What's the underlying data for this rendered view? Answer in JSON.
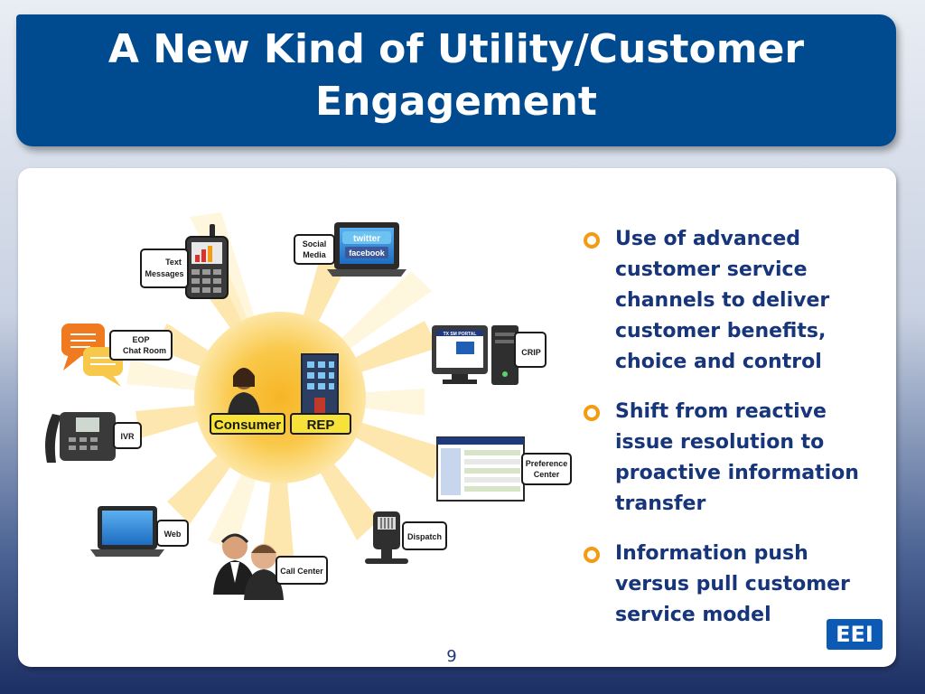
{
  "slide": {
    "title": "A New Kind of Utility/Customer Engagement",
    "page_number": "9",
    "logo_text": "EEI"
  },
  "diagram": {
    "center": {
      "consumer_label": "Consumer",
      "rep_label": "REP"
    },
    "channels": {
      "text_messages": {
        "line1": "Text",
        "line2": "Messages"
      },
      "social_media": {
        "line1": "Social",
        "line2": "Media",
        "screen1": "twitter",
        "screen2": "facebook"
      },
      "crip": {
        "label": "CRIP",
        "screen": "TX SM PORTAL"
      },
      "preference_center": {
        "line1": "Preference",
        "line2": "Center"
      },
      "dispatch": {
        "label": "Dispatch"
      },
      "call_center": {
        "label": "Call Center"
      },
      "web": {
        "label": "Web"
      },
      "ivr": {
        "label": "IVR"
      },
      "eop_chat_room": {
        "line1": "EOP",
        "line2": "Chat Room"
      }
    }
  },
  "bullets": [
    "Use of advanced customer service channels to deliver customer benefits, choice and control",
    "Shift from reactive issue resolution to proactive information transfer",
    "Information push versus pull customer service model"
  ],
  "colors": {
    "title_bar": "#004a8f",
    "bullet_text": "#17357a",
    "bullet_marker": "#f39c12",
    "sun_center": "#f7b526",
    "logo": "#0c5ab3"
  }
}
